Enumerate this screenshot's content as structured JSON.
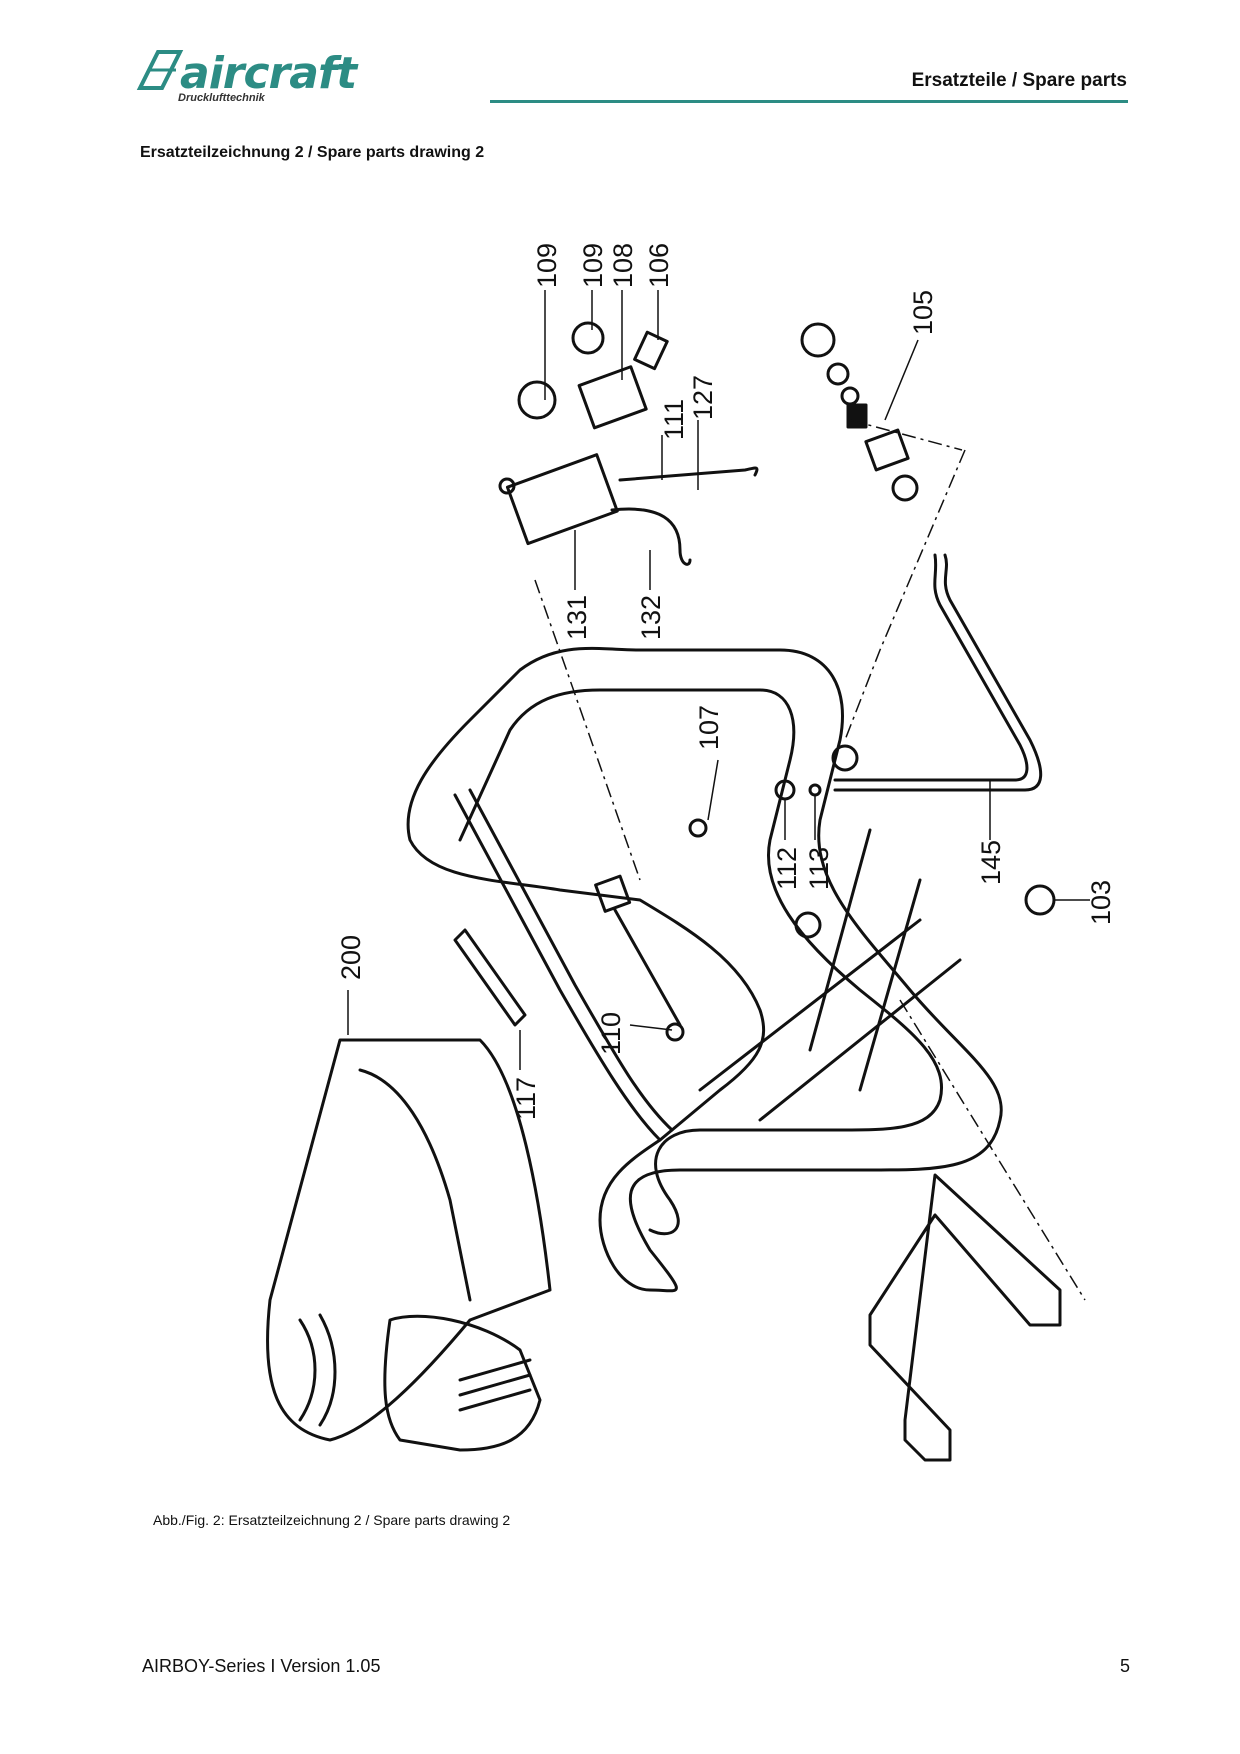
{
  "logo": {
    "brand": "aircraft",
    "tagline": "Drucklufttechnik",
    "brand_color": "#2c8c84"
  },
  "header": {
    "title": "Ersatzteile / Spare parts"
  },
  "section": {
    "title": "Ersatzteilzeichnung 2 / Spare parts drawing 2"
  },
  "parts": [
    "109",
    "109",
    "108",
    "106",
    "105",
    "111",
    "127",
    "131",
    "132",
    "107",
    "112",
    "113",
    "145",
    "103",
    "200",
    "110",
    "117"
  ],
  "caption": "Abb./Fig. 2: Ersatzteilzeichnung 2  / Spare parts drawing 2",
  "footer": {
    "doc": "AIRBOY-Series I Version 1.05",
    "page": "5"
  }
}
